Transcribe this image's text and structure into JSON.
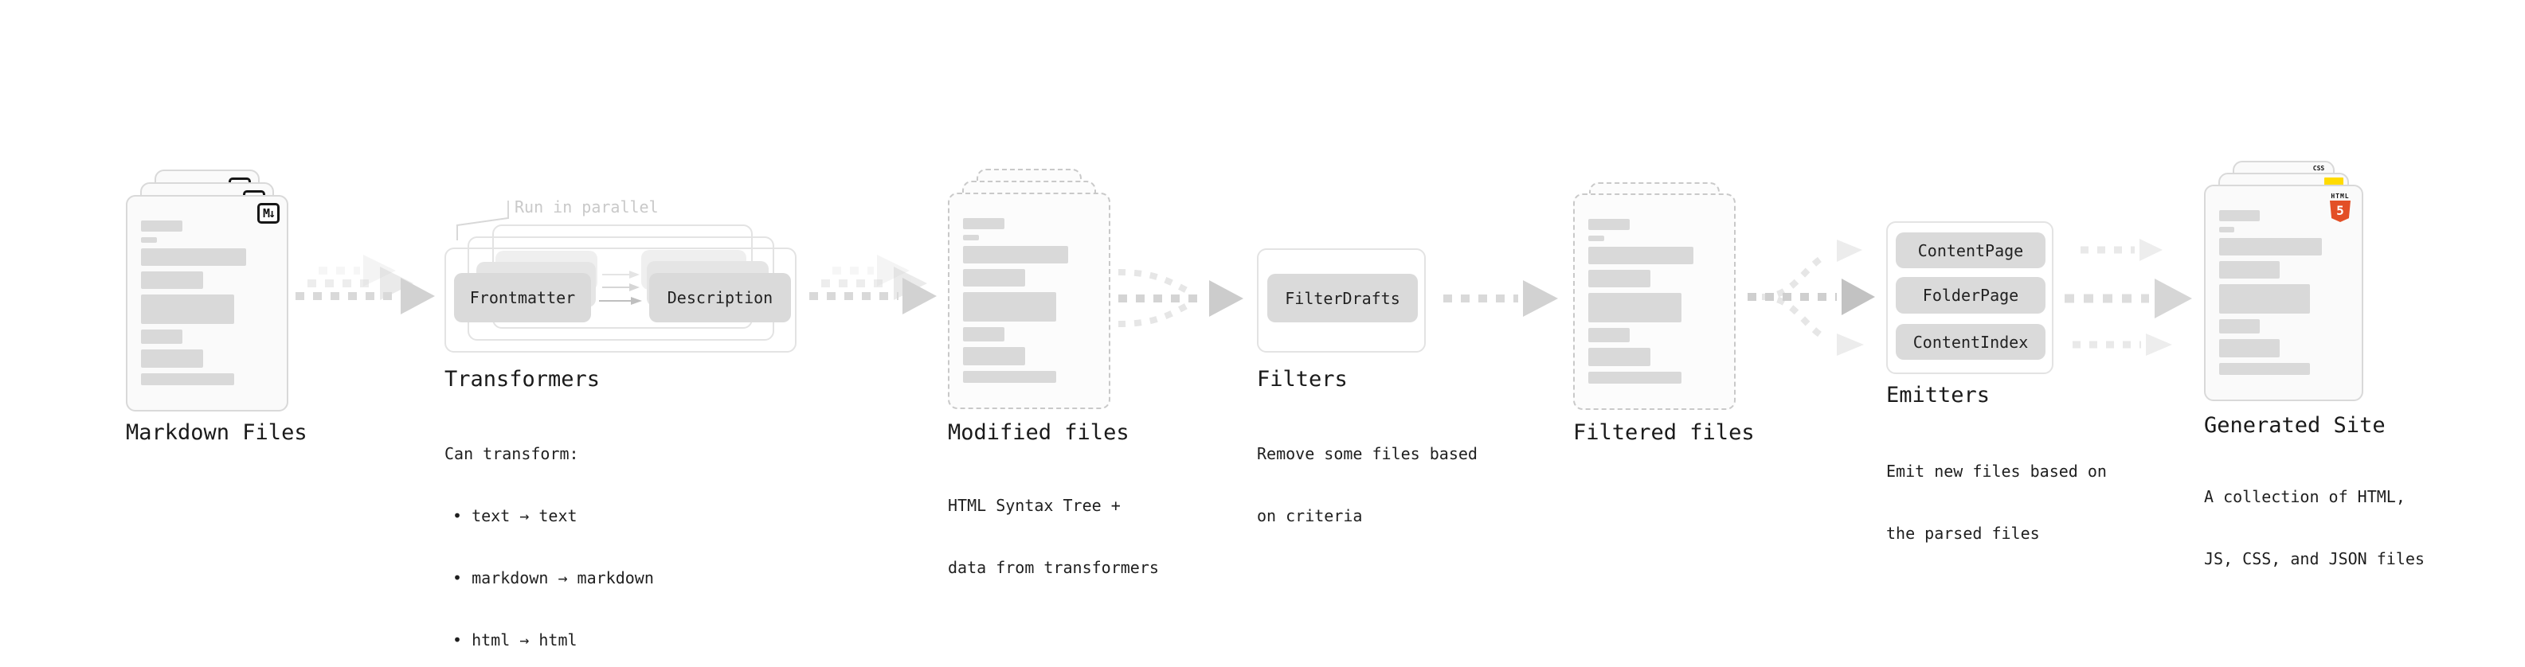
{
  "colors": {
    "background": "#ffffff",
    "card_fill": "#fafafa",
    "card_border": "#d9d9d9",
    "dashed_border": "#c9c9c9",
    "bar_gray": "#d9d9d9",
    "pill_gray": "#dadada",
    "annotation_gray": "#c9c9c9",
    "text": "#1a1a1a",
    "css_blue": "#1566b7",
    "js_yellow": "#ffdb00",
    "html5_orange": "#e34f26"
  },
  "file_bars": [
    [
      32,
      14
    ],
    [
      12,
      7
    ],
    [
      81,
      22
    ],
    [
      48,
      22
    ],
    [
      72,
      37
    ],
    [
      32,
      18
    ],
    [
      48,
      23
    ],
    [
      72,
      15
    ]
  ],
  "markdown_files": {
    "label": "Markdown Files",
    "file_icon": "M↓"
  },
  "transformers": {
    "title": "Transformers",
    "annotation": "Run in parallel",
    "transformer_frontmatter": "Frontmatter",
    "transformer_description": "Description",
    "caption_heading": "Can transform:",
    "caption_bullets": [
      "• text → text",
      "• markdown → markdown",
      "• html → html"
    ]
  },
  "modified_files": {
    "label": "Modified files",
    "caption_line1": "HTML Syntax Tree +",
    "caption_line2": "data from transformers"
  },
  "filters": {
    "title": "Filters",
    "filter_filterdrafts": "FilterDrafts",
    "caption_line1": "Remove some files based",
    "caption_line2": "on criteria"
  },
  "filtered_files": {
    "label": "Filtered files"
  },
  "emitters": {
    "title": "Emitters",
    "emitter_contentpage": "ContentPage",
    "emitter_folderpage": "FolderPage",
    "emitter_contentindex": "ContentIndex",
    "caption_line1": "Emit new files based on",
    "caption_line2": "the parsed files"
  },
  "generated_site": {
    "label": "Generated Site",
    "badge_css": "CSS",
    "badge_html": "HTML",
    "badge_html_number": "5",
    "caption_line1": "A collection of HTML,",
    "caption_line2": "JS, CSS, and JSON files"
  }
}
